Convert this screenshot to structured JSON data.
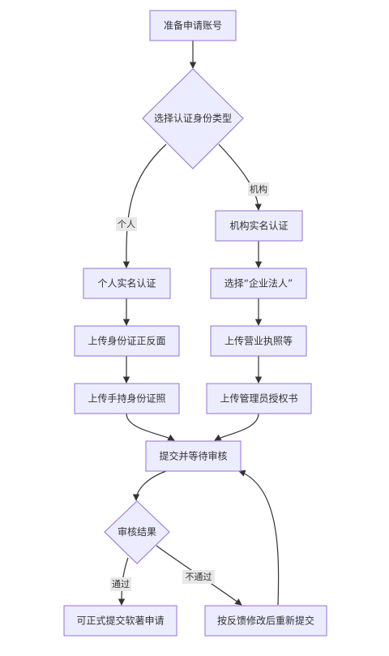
{
  "nodes": {
    "prepare": "准备申请账号",
    "choose_type": "选择认证身份类型",
    "personal_real_name": "个人实名认证",
    "upload_id_both_sides": "上传身份证正反面",
    "upload_handheld_id": "上传手持身份证照",
    "org_real_name": "机构实名认证",
    "choose_legal_person": "选择“企业法人”",
    "upload_license": "上传营业执照等",
    "upload_admin_auth": "上传管理员授权书",
    "submit_wait": "提交并等待审核",
    "review_result": "审核结果",
    "can_apply": "可正式提交软著申请",
    "resubmit": "按反馈修改后重新提交"
  },
  "edge_labels": {
    "personal": "个人",
    "organization": "机构",
    "pass": "通过",
    "fail": "不通过"
  },
  "colors": {
    "node_fill": "#ECECFF",
    "node_stroke": "#9370DB",
    "edge": "#333333",
    "label_bg": "#E8E8E8"
  }
}
